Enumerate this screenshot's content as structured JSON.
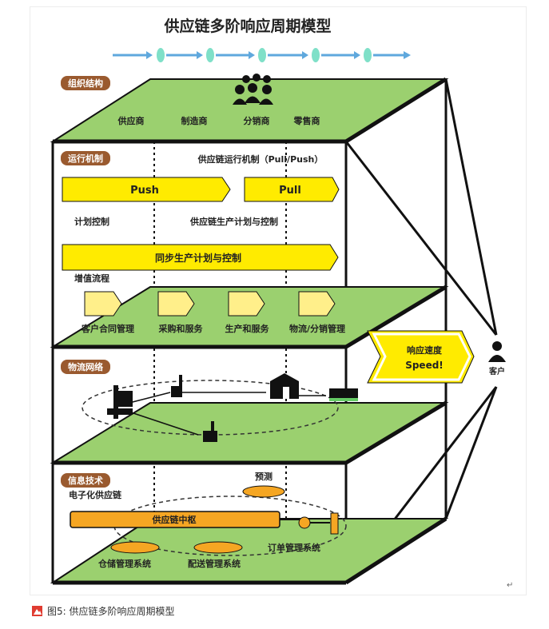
{
  "title": "供应链多阶响应周期模型",
  "org_layer": {
    "tag": "组织结构",
    "members": [
      "供应商",
      "制造商",
      "分销商",
      "零售商"
    ]
  },
  "operation_layer": {
    "tag": "运行机制",
    "mechanism_title": "供应链运行机制（Pull/Push）",
    "push_label": "Push",
    "pull_label": "Pull",
    "plan_control": "计划控制",
    "production_plan": "供应链生产计划与控制",
    "sync_label": "同步生产计划与控制",
    "value_flow": "增值流程",
    "processes": [
      "客户合同管理",
      "采购和服务",
      "生产和服务",
      "物流/分销管理"
    ]
  },
  "logistics_layer": {
    "tag": "物流网络"
  },
  "speed_label_line1": "响应速度",
  "speed_label_line2": "Speed!",
  "customer_label": "客户",
  "it_layer": {
    "tag": "信息技术",
    "ecommerce": "电子化供应链",
    "forecast": "预测",
    "hub": "供应链中枢",
    "order_mgmt": "订单管理系统",
    "warehouse": "仓储管理系统",
    "delivery": "配送管理系统"
  },
  "return_mark": "↵",
  "caption": "图5: 供应链多阶响应周期模型",
  "colors": {
    "green": "#9bd06f",
    "yellow": "#ffeb00",
    "orange": "#f5a623",
    "brown_tag": "#9a5a2f",
    "arrow_blue": "#5fa8dd",
    "teal": "#7fe0c8"
  }
}
